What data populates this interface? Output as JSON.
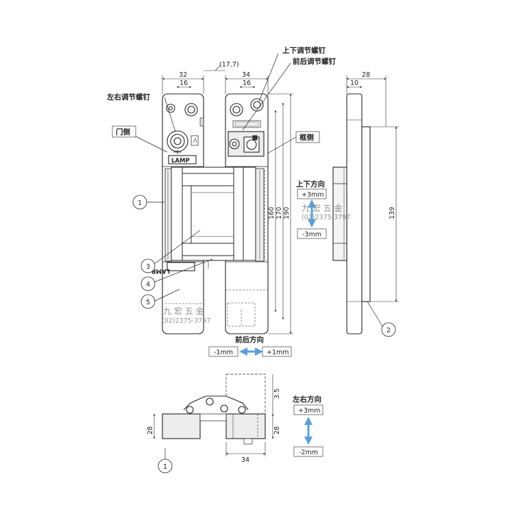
{
  "labels": {
    "ud_screw": "上下调节螺钉",
    "fb_screw": "前后调节螺钉",
    "lr_screw": "左右调节螺钉",
    "door_side": "门侧",
    "frame_side": "框侧",
    "ud_direction": "上下方向",
    "fb_direction": "前后方向",
    "lr_direction": "左右方向",
    "brand_top": "LAMP",
    "brand_bottom": "LAMP"
  },
  "adjust": {
    "ud_plus": "+3mm",
    "ud_minus": "-3mm",
    "fb_minus": "-1mm",
    "fb_plus": "+1mm",
    "lr_plus": "+3mm",
    "lr_minus": "-2mm"
  },
  "dims": {
    "w32": "32",
    "w16a": "16",
    "offset": "(17.7)",
    "w34": "34",
    "w16b": "16",
    "w28": "28",
    "w10": "10",
    "h139": "139",
    "h160": "160",
    "h170": "170",
    "h190": "190",
    "h3_5": "3.5",
    "h28a": "28",
    "h28b": "28",
    "w34b": "34"
  },
  "callouts": [
    "1",
    "2",
    "3",
    "4",
    "5",
    "1"
  ],
  "watermark": {
    "line1": "九 宏 五 金",
    "line2": "(02)2375-3797"
  },
  "colors": {
    "arrow": "#5aa0d8",
    "line": "#222222",
    "fill_gray": "#e6e6e6"
  }
}
